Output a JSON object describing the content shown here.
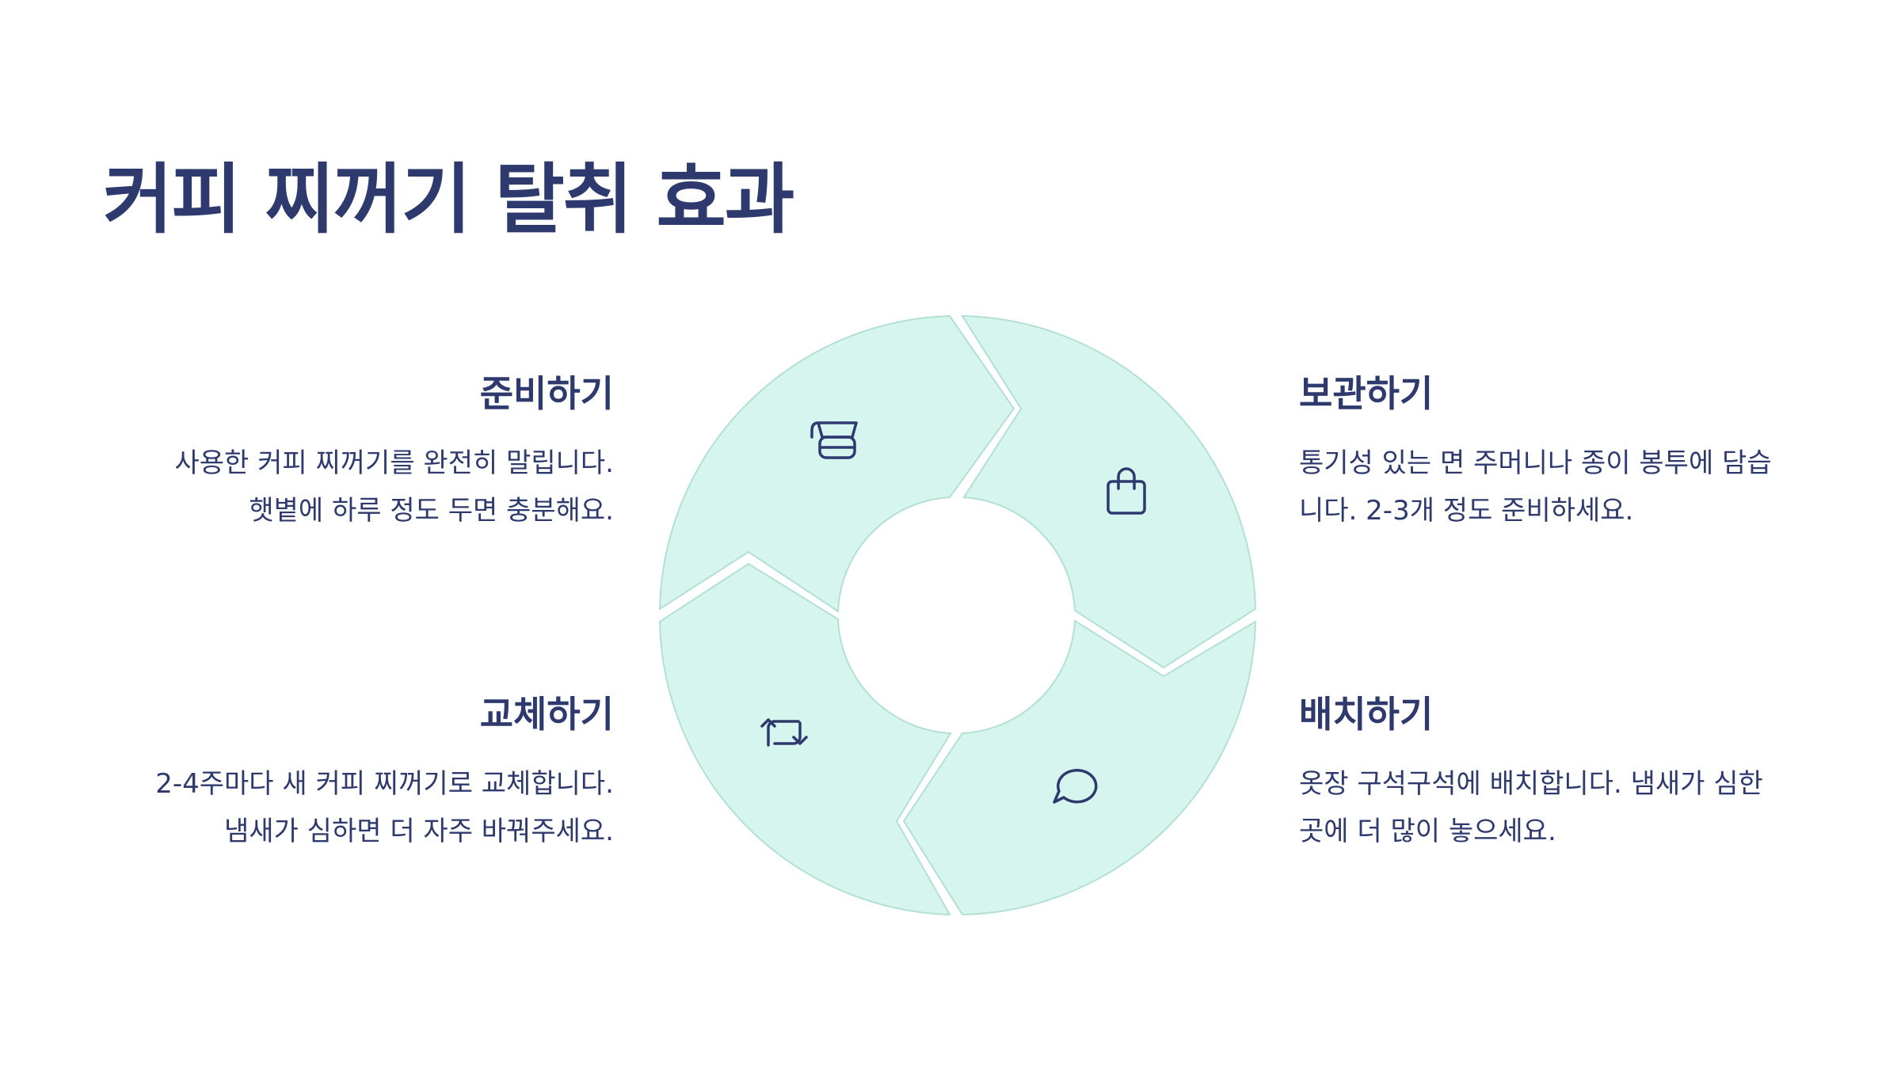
{
  "title": "커피 찌꺼기 탈취 효과",
  "colors": {
    "text": "#2e3a6e",
    "segment_fill": "#d6f5ee",
    "segment_stroke": "#b3e0d3",
    "background": "#ffffff"
  },
  "steps": [
    {
      "title": "준비하기",
      "lines": [
        "사용한 커피 찌꺼기를 완전히 말립니다.",
        "햇볕에 하루 정도 두면 충분해요."
      ],
      "icon": "coffee-pot-icon"
    },
    {
      "title": "보관하기",
      "lines": [
        "통기성 있는 면 주머니나 종이 봉투에 담습",
        "니다. 2-3개 정도 준비하세요."
      ],
      "icon": "shopping-bag-icon"
    },
    {
      "title": "교체하기",
      "lines": [
        "2-4주마다 새 커피 찌꺼기로 교체합니다.",
        "냄새가 심하면 더 자주 바꿔주세요."
      ],
      "icon": "repeat-icon"
    },
    {
      "title": "배치하기",
      "lines": [
        "옷장 구석구석에 배치합니다. 냄새가 심한",
        "곳에 더 많이 놓으세요."
      ],
      "icon": "chat-bubble-icon"
    }
  ]
}
